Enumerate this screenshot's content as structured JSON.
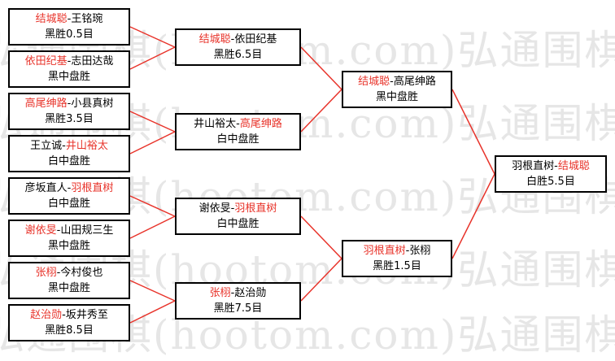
{
  "watermark": "弘通围棋(hootom.com)弘通围棋(hootom.com)",
  "colors": {
    "winner": "#e8332a",
    "line": "#e8332a",
    "text": "#000000"
  },
  "rounds": [
    {
      "name": "round-1",
      "matches": [
        {
          "left": "结城聪",
          "right": "王铭琬",
          "winner": "left",
          "result": "黑胜0.5目"
        },
        {
          "left": "依田纪基",
          "right": "志田达哉",
          "winner": "left",
          "result": "黑中盘胜"
        },
        {
          "left": "高尾绅路",
          "right": "小县真树",
          "winner": "left",
          "result": "黑胜3.5目"
        },
        {
          "left": "王立诚",
          "right": "井山裕太",
          "winner": "right",
          "result": "白中盘胜"
        },
        {
          "left": "彦坂直人",
          "right": "羽根直树",
          "winner": "right",
          "result": "白中盘胜"
        },
        {
          "left": "谢依旻",
          "right": "山田规三生",
          "winner": "left",
          "result": "黑中盘胜"
        },
        {
          "left": "张栩",
          "right": "今村俊也",
          "winner": "left",
          "result": "黑中盘胜"
        },
        {
          "left": "赵治勋",
          "right": "坂井秀至",
          "winner": "left",
          "result": "黑胜8.5目"
        }
      ]
    },
    {
      "name": "round-2",
      "matches": [
        {
          "left": "结城聪",
          "right": "依田纪基",
          "winner": "left",
          "result": "黑胜6.5目"
        },
        {
          "left": "井山裕太",
          "right": "高尾绅路",
          "winner": "right",
          "result": "白中盘胜"
        },
        {
          "left": "谢依旻",
          "right": "羽根直树",
          "winner": "right",
          "result": "白中盘胜"
        },
        {
          "left": "张栩",
          "right": "赵治勋",
          "winner": "left",
          "result": "黑胜7.5目"
        }
      ]
    },
    {
      "name": "round-3",
      "matches": [
        {
          "left": "结城聪",
          "right": "高尾绅路",
          "winner": "left",
          "result": "黑中盘胜"
        },
        {
          "left": "羽根直树",
          "right": "张栩",
          "winner": "left",
          "result": "黑胜1.5目"
        }
      ]
    },
    {
      "name": "final",
      "matches": [
        {
          "left": "羽根直树",
          "right": "结城聪",
          "winner": "right",
          "result": "白胜5.5目"
        }
      ]
    }
  ]
}
